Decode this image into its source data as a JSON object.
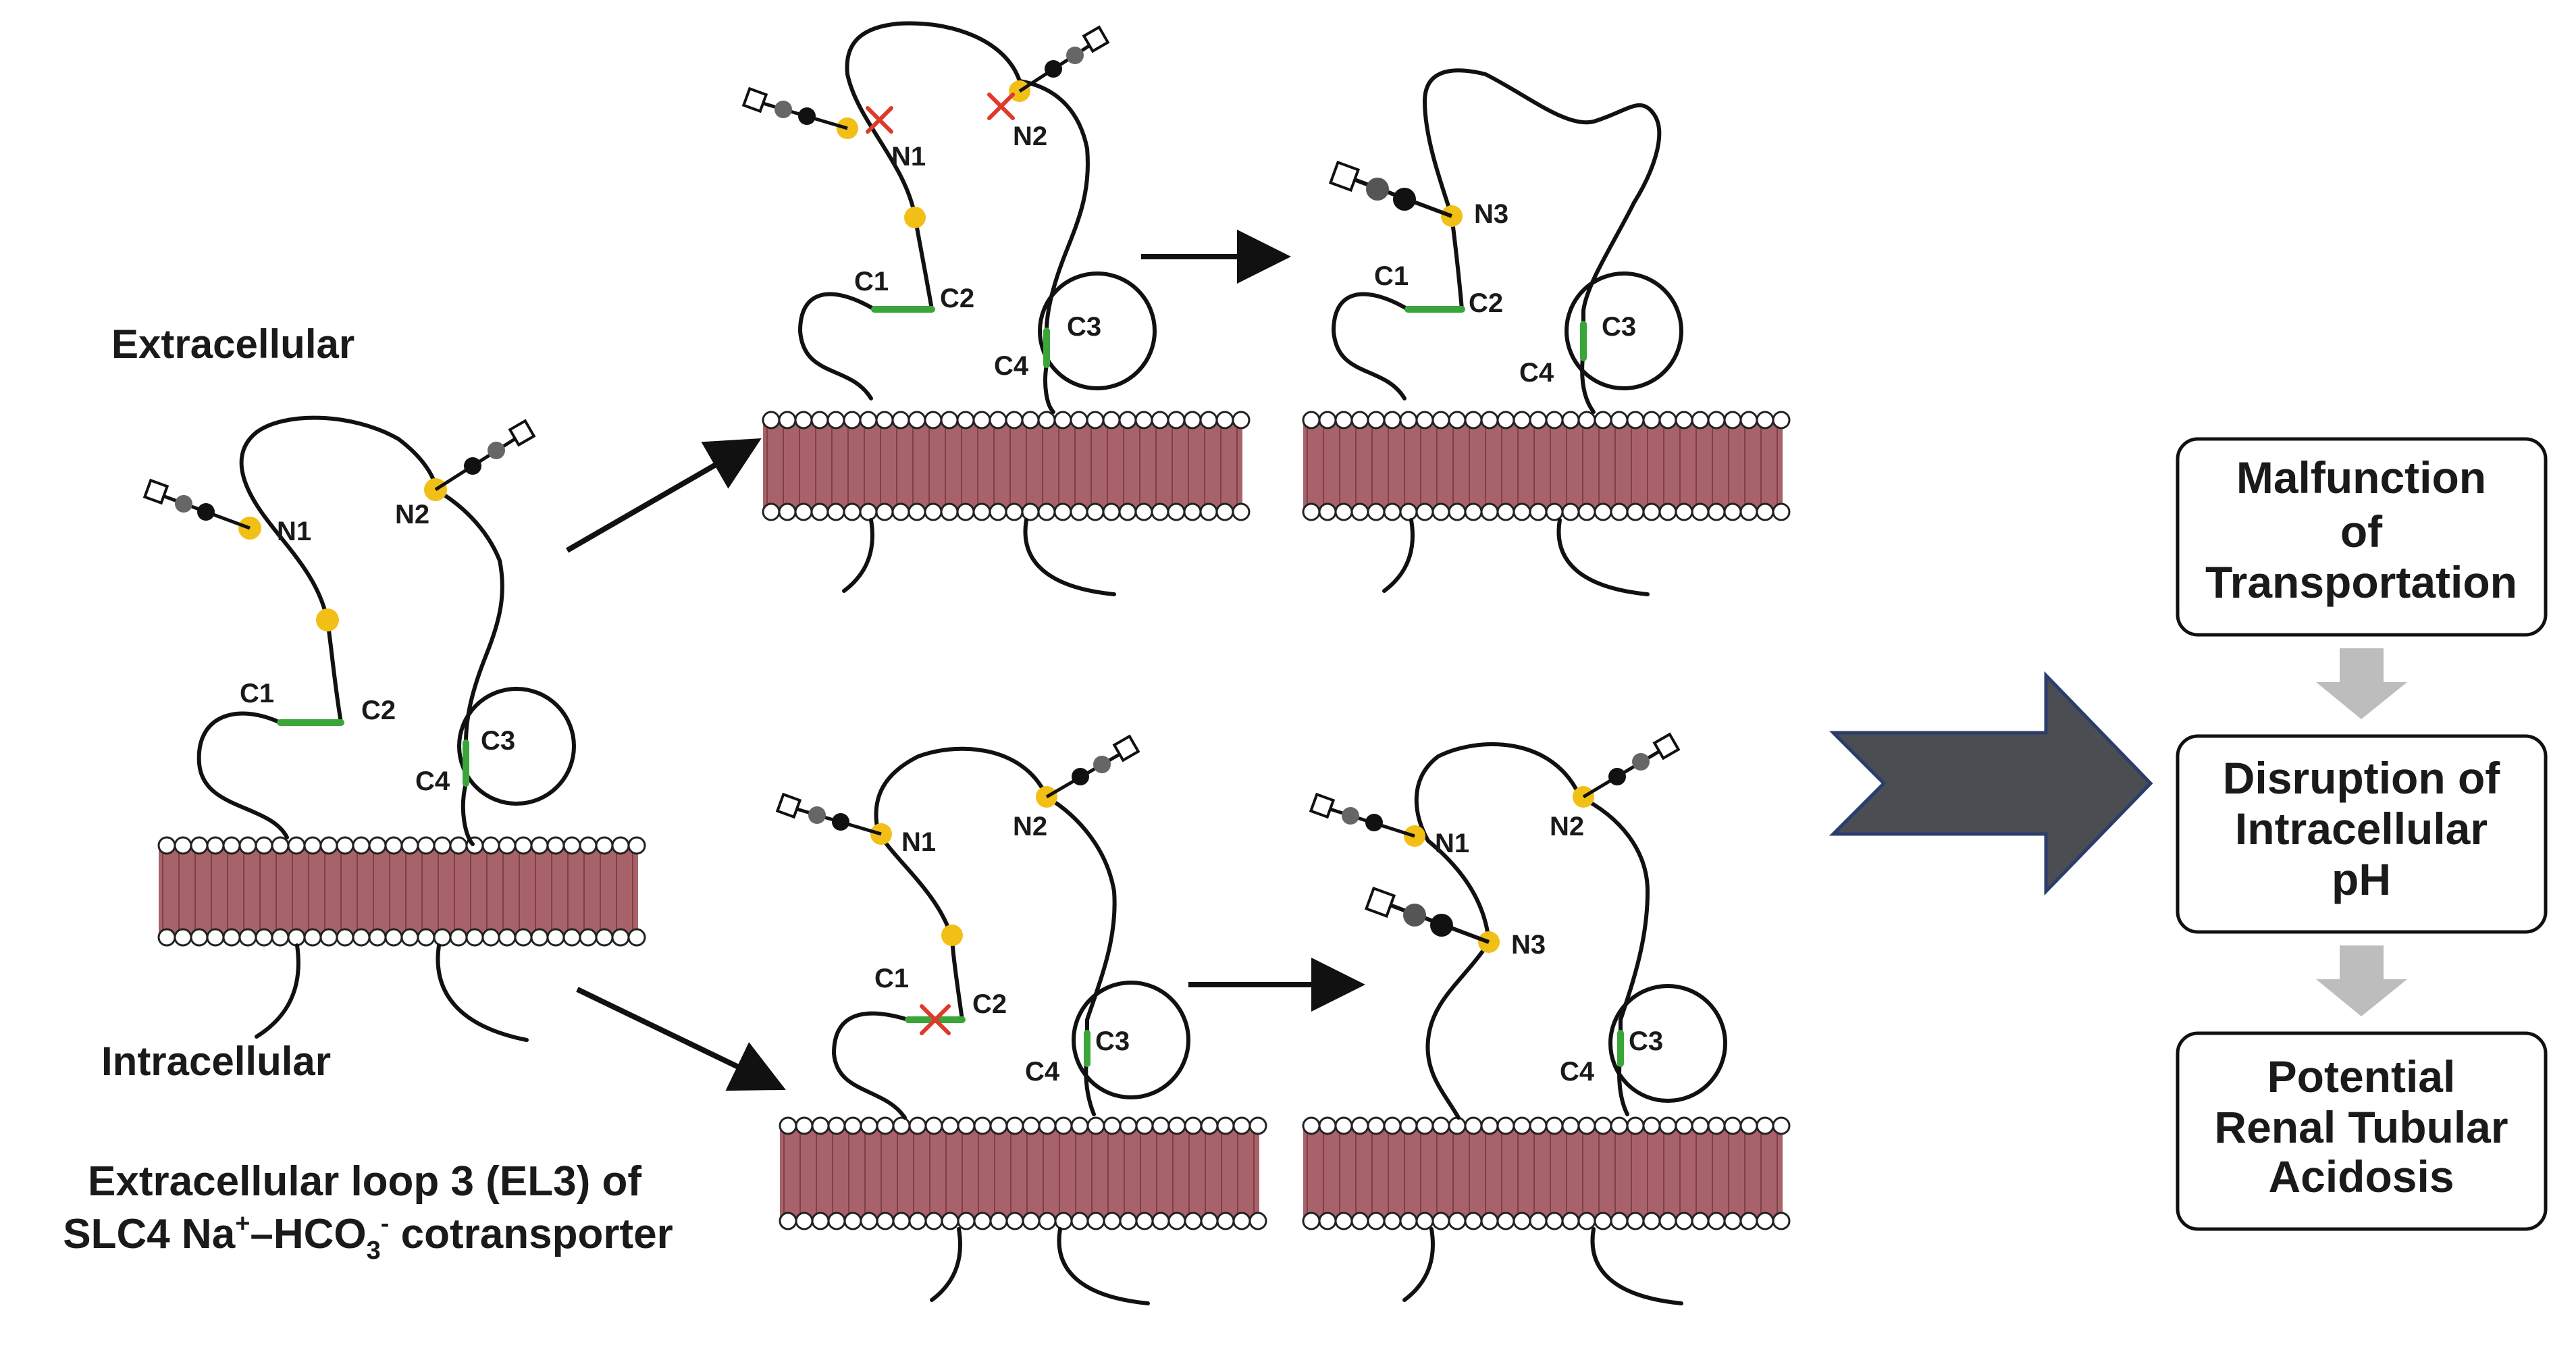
{
  "labels": {
    "extracellular": "Extracellular",
    "intracellular": "Intracellular",
    "caption_line1": "Extracellular loop 3 (EL3) of",
    "caption_line2_a": "SLC4 Na",
    "caption_line2_b": "+",
    "caption_line2_c": "–HCO",
    "caption_line2_d": "3",
    "caption_line2_e": "-",
    "caption_line2_f": " cotransporter"
  },
  "sites": {
    "n1": "N1",
    "n2": "N2",
    "n3": "N3",
    "c1": "C1",
    "c2": "C2",
    "c3": "C3",
    "c4": "C4"
  },
  "outcome_boxes": [
    {
      "lines": [
        "Malfunction",
        "of",
        "Transportation"
      ]
    },
    {
      "lines": [
        "Disruption of",
        "Intracellular",
        "pH"
      ]
    },
    {
      "lines": [
        "Potential",
        "Renal Tubular",
        "Acidosis"
      ]
    }
  ],
  "colors": {
    "glycosylation_site": "#f2bf17",
    "disulfide_bond": "#3aa63a",
    "lipid_tail": "#a8636a",
    "mutation_mark": "#e0392b",
    "big_arrow": "#4a4d51",
    "big_arrow_outline": "#2a3d6b",
    "flow_arrow": "#bdbdbd"
  },
  "icons": {
    "mutation": "red-x-icon",
    "glycan": "glycan-chain-icon"
  }
}
